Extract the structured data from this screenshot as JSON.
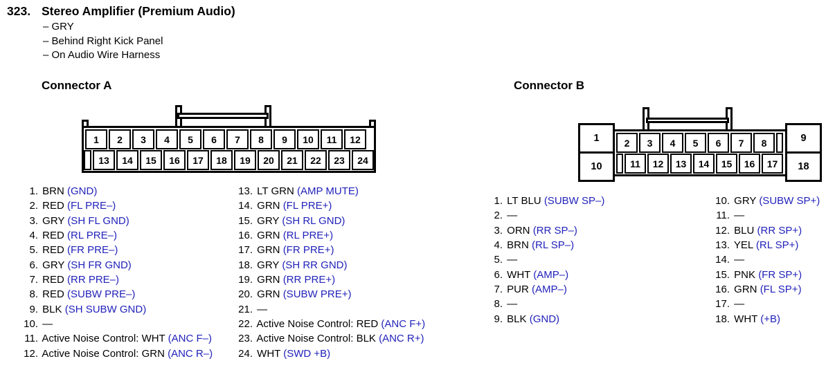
{
  "colors": {
    "signal_blue": "#2222bb",
    "text_black": "#000000",
    "background": "#ffffff"
  },
  "header": {
    "section_number": "323.",
    "title": "Stereo Amplifier (Premium Audio)",
    "details": [
      "– GRY",
      "– Behind Right Kick Panel",
      "– On Audio Wire Harness"
    ]
  },
  "connector_a": {
    "heading": "Connector A",
    "diagram": {
      "top_pins": [
        "1",
        "2",
        "3",
        "4",
        "5",
        "6",
        "7",
        "8",
        "9",
        "10",
        "11",
        "12"
      ],
      "bottom_pins": [
        "13",
        "14",
        "15",
        "16",
        "17",
        "18",
        "19",
        "20",
        "21",
        "22",
        "23",
        "24"
      ]
    },
    "pins_col1": [
      {
        "num": "1.",
        "wire": "BRN",
        "signal": "(GND)"
      },
      {
        "num": "2.",
        "wire": "RED",
        "signal": "(FL PRE–)"
      },
      {
        "num": "3.",
        "wire": "GRY",
        "signal": "(SH FL GND)"
      },
      {
        "num": "4.",
        "wire": "RED",
        "signal": "(RL PRE–)"
      },
      {
        "num": "5.",
        "wire": "RED",
        "signal": "(FR PRE–)"
      },
      {
        "num": "6.",
        "wire": "GRY",
        "signal": "(SH FR GND)"
      },
      {
        "num": "7.",
        "wire": "RED",
        "signal": "(RR PRE–)"
      },
      {
        "num": "8.",
        "wire": "RED",
        "signal": "(SUBW PRE–)"
      },
      {
        "num": "9.",
        "wire": "BLK",
        "signal": "(SH SUBW GND)"
      },
      {
        "num": "10.",
        "wire": "—",
        "signal": ""
      },
      {
        "num": "11.",
        "wire": "Active Noise Control: WHT",
        "signal": "(ANC F–)"
      },
      {
        "num": "12.",
        "wire": "Active Noise Control: GRN",
        "signal": "(ANC R–)"
      }
    ],
    "pins_col2": [
      {
        "num": "13.",
        "wire": "LT GRN",
        "signal": "(AMP MUTE)"
      },
      {
        "num": "14.",
        "wire": "GRN",
        "signal": "(FL PRE+)"
      },
      {
        "num": "15.",
        "wire": "GRY",
        "signal": "(SH RL GND)"
      },
      {
        "num": "16.",
        "wire": "GRN",
        "signal": "(RL PRE+)"
      },
      {
        "num": "17.",
        "wire": "GRN",
        "signal": "(FR PRE+)"
      },
      {
        "num": "18.",
        "wire": "GRY",
        "signal": "(SH RR GND)"
      },
      {
        "num": "19.",
        "wire": "GRN",
        "signal": "(RR PRE+)"
      },
      {
        "num": "20.",
        "wire": "GRN",
        "signal": "(SUBW PRE+)"
      },
      {
        "num": "21.",
        "wire": "—",
        "signal": ""
      },
      {
        "num": "22.",
        "wire": "Active Noise Control: RED",
        "signal": "(ANC F+)"
      },
      {
        "num": "23.",
        "wire": "Active Noise Control: BLK",
        "signal": "(ANC R+)"
      },
      {
        "num": "24.",
        "wire": "WHT",
        "signal": "(SWD +B)"
      }
    ]
  },
  "connector_b": {
    "heading": "Connector B",
    "diagram": {
      "top_left_pin": "1",
      "bottom_left_pin": "10",
      "top_right_pin": "9",
      "bottom_right_pin": "18",
      "top_pins": [
        "2",
        "3",
        "4",
        "5",
        "6",
        "7",
        "8"
      ],
      "bottom_pins": [
        "11",
        "12",
        "13",
        "14",
        "15",
        "16",
        "17"
      ]
    },
    "pins_col1": [
      {
        "num": "1.",
        "wire": "LT BLU",
        "signal": "(SUBW SP–)"
      },
      {
        "num": "2.",
        "wire": "—",
        "signal": ""
      },
      {
        "num": "3.",
        "wire": "ORN",
        "signal": "(RR SP–)"
      },
      {
        "num": "4.",
        "wire": "BRN",
        "signal": "(RL SP–)"
      },
      {
        "num": "5.",
        "wire": "—",
        "signal": ""
      },
      {
        "num": "6.",
        "wire": "WHT",
        "signal": "(AMP–)"
      },
      {
        "num": "7.",
        "wire": "PUR",
        "signal": "(AMP–)"
      },
      {
        "num": "8.",
        "wire": "—",
        "signal": ""
      },
      {
        "num": "9.",
        "wire": "BLK",
        "signal": "(GND)"
      }
    ],
    "pins_col2": [
      {
        "num": "10.",
        "wire": "GRY",
        "signal": "(SUBW SP+)"
      },
      {
        "num": "11.",
        "wire": "—",
        "signal": ""
      },
      {
        "num": "12.",
        "wire": "BLU",
        "signal": "(RR SP+)"
      },
      {
        "num": "13.",
        "wire": "YEL",
        "signal": "(RL SP+)"
      },
      {
        "num": "14.",
        "wire": "—",
        "signal": ""
      },
      {
        "num": "15.",
        "wire": "PNK",
        "signal": "(FR SP+)"
      },
      {
        "num": "16.",
        "wire": "GRN",
        "signal": "(FL SP+)"
      },
      {
        "num": "17.",
        "wire": "—",
        "signal": ""
      },
      {
        "num": "18.",
        "wire": "WHT",
        "signal": "(+B)"
      }
    ]
  }
}
